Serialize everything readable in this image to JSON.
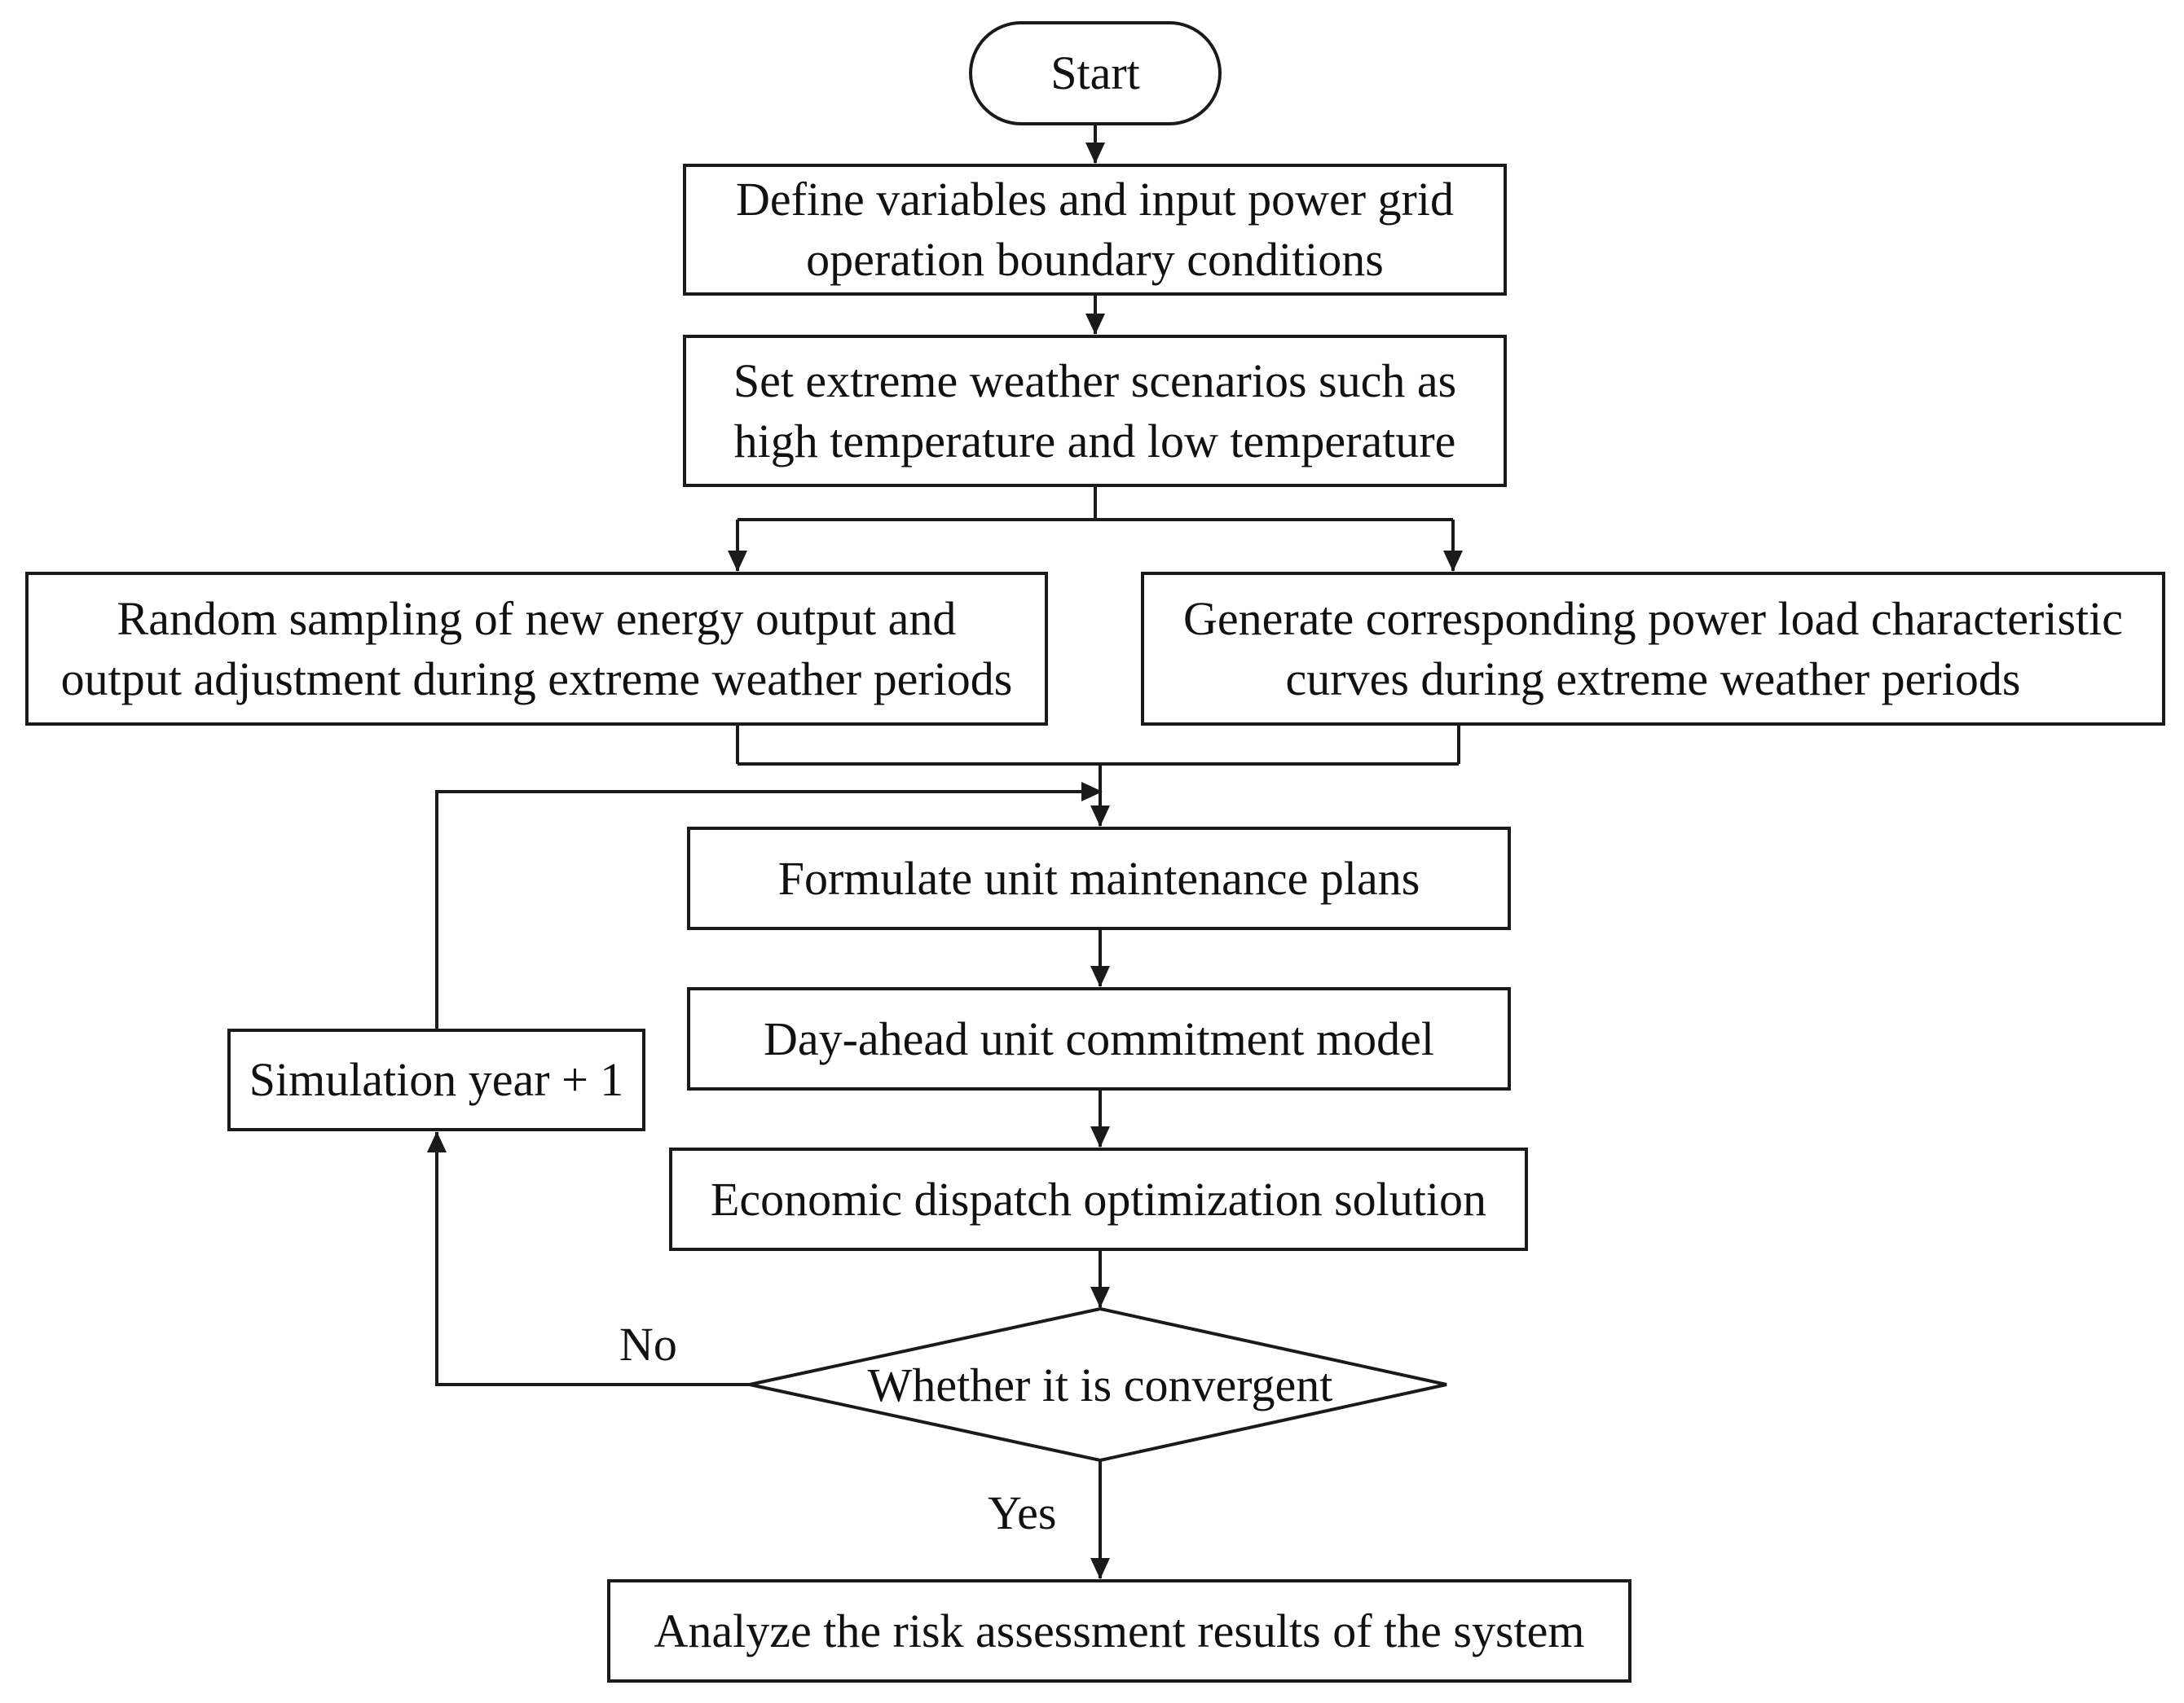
{
  "flowchart": {
    "start": "Start",
    "define_variables": "Define variables and input power grid\noperation boundary conditions",
    "set_scenarios": "Set extreme weather scenarios such as\nhigh temperature and low temperature",
    "random_sampling": "Random sampling of new energy output and\noutput adjustment during extreme weather periods",
    "generate_curves": "Generate corresponding power load characteristic\ncurves during extreme weather periods",
    "formulate_plans": "Formulate unit maintenance plans",
    "unit_commitment": "Day-ahead unit commitment model",
    "economic_dispatch": "Economic dispatch optimization solution",
    "decision": "Whether it is convergent",
    "simulation_year": "Simulation year + 1",
    "analyze_results": "Analyze the risk assessment results of the system",
    "label_no": "No",
    "label_yes": "Yes"
  },
  "colors": {
    "line": "#1a1a1a",
    "background": "#ffffff",
    "text": "#111111"
  }
}
